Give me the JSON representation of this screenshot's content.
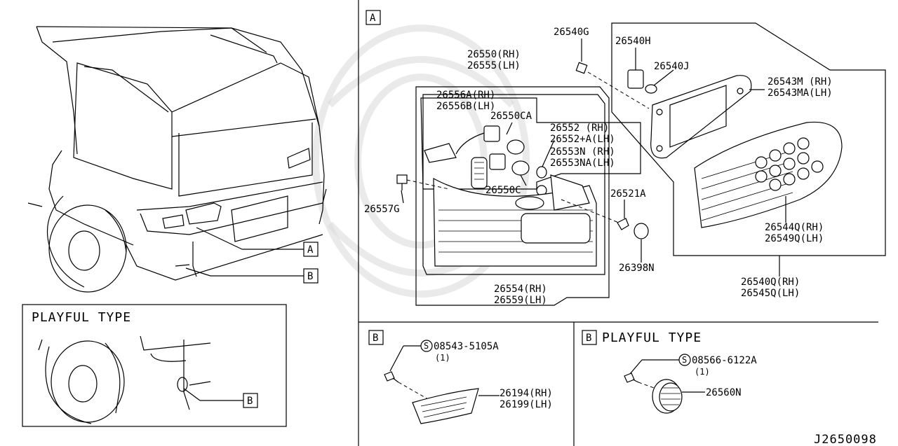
{
  "diagram_id": "J2650098",
  "view_a": {
    "label": "A",
    "parts": {
      "p26540G": "26540G",
      "p26540H": "26540H",
      "p26540J": "26540J",
      "p26550_rh": "26550(RH)",
      "p26555_lh": "26555(LH)",
      "p26556A_rh": "26556A(RH)",
      "p26556B_lh": "26556B(LH)",
      "p26550CA": "26550CA",
      "p26552_rh": "26552 (RH)",
      "p26552A_lh": "26552+A(LH)",
      "p26553N_rh": "26553N (RH)",
      "p26553NA_lh": "26553NA(LH)",
      "p26550C": "26550C",
      "p26557G": "26557G",
      "p26521A": "26521A",
      "p26398N": "26398N",
      "p26554_rh": "26554(RH)",
      "p26559_lh": "26559(LH)",
      "p26543M_rh": "26543M (RH)",
      "p26543MA_lh": "26543MA(LH)",
      "p26544Q_rh": "26544Q(RH)",
      "p26549Q_lh": "26549Q(LH)",
      "p26540Q_rh": "26540Q(RH)",
      "p26545Q_lh": "26545Q(LH)"
    }
  },
  "view_b": {
    "label": "B",
    "screw": "08543-5105A",
    "screw_qty": "(1)",
    "lamp_rh": "26194(RH)",
    "lamp_lh": "26199(LH)"
  },
  "view_b_playful": {
    "label": "B",
    "title": "PLAYFUL TYPE",
    "screw": "08566-6122A",
    "screw_qty": "(1)",
    "lamp": "26560N"
  },
  "vehicle_callouts": {
    "a": "A",
    "b": "B"
  },
  "playful_inset": {
    "title": "PLAYFUL TYPE",
    "callout": "B"
  },
  "symbols": {
    "screw_marker": "S"
  }
}
